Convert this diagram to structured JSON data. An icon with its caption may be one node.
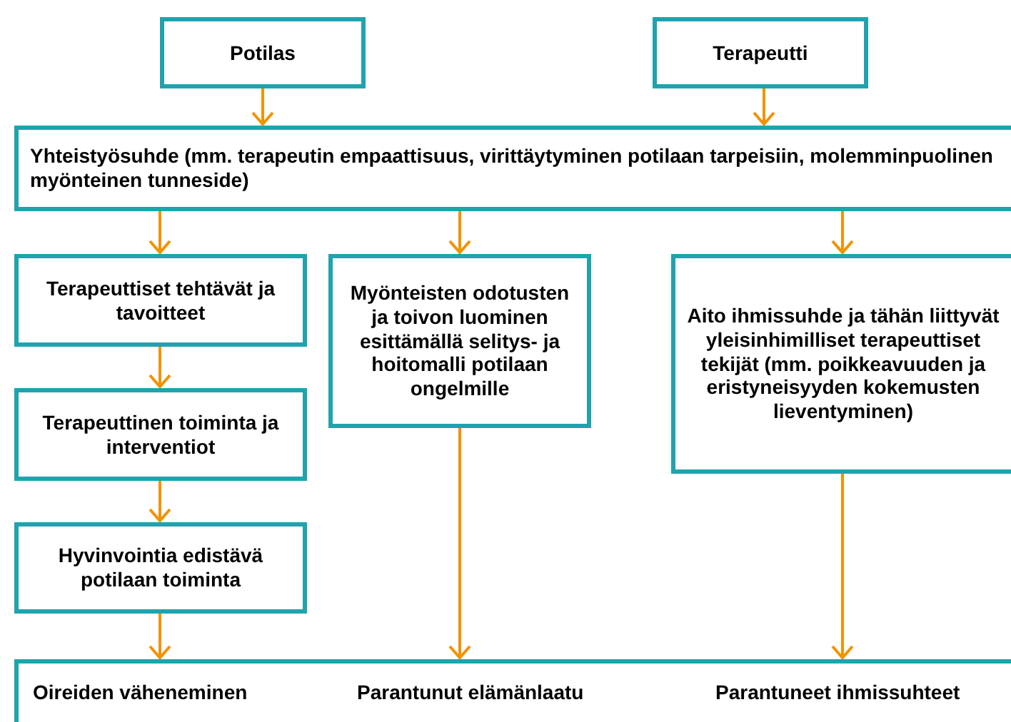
{
  "diagram": {
    "nodes": [
      {
        "text": [
          "Potilas"
        ]
      },
      {
        "text": [
          "Terapeutti"
        ]
      },
      {
        "text": [
          "Yhteistyösuhde (mm.  terapeutin empaattisuus, virittäytyminen potilaan tarpeisiin, molemminpuolinen myönteinen tunneside)"
        ]
      },
      {
        "text": [
          "Terapeuttiset tehtävät ja tavoitteet"
        ]
      },
      {
        "text": [
          "Myönteisten odotusten ja toivon luominen esittämällä selitys- ja hoitomalli potilaan ongelmille"
        ]
      },
      {
        "text": [
          "Aito ihmissuhde ja tähän liittyvät yleisinhimilliset terapeuttiset tekijät (mm. poikkeavuuden ja eristyneisyyden kokemusten lieventyminen)"
        ]
      },
      {
        "text": [
          "Terapeuttinen toiminta ja interventiot"
        ]
      },
      {
        "text": [
          "Hyvinvointia edistävä potilaan toiminta"
        ]
      },
      {
        "text": [
          "Oireiden väheneminen",
          "Parantunut elämänlaatu",
          "Parantuneet ihmissuhteet"
        ]
      }
    ],
    "edges": [
      {
        "from": 0,
        "to": 2,
        "arrow": "to"
      },
      {
        "from": 1,
        "to": 2,
        "arrow": "to"
      },
      {
        "from": 2,
        "to": 3,
        "arrow": "to"
      },
      {
        "from": 2,
        "to": 4,
        "arrow": "to"
      },
      {
        "from": 2,
        "to": 5,
        "arrow": "to"
      },
      {
        "from": 3,
        "to": 6,
        "arrow": "to"
      },
      {
        "from": 6,
        "to": 7,
        "arrow": "to"
      },
      {
        "from": 7,
        "to": 8,
        "arrow": "to"
      },
      {
        "from": 4,
        "to": 8,
        "arrow": "to"
      },
      {
        "from": 5,
        "to": 8,
        "arrow": "to"
      }
    ]
  }
}
